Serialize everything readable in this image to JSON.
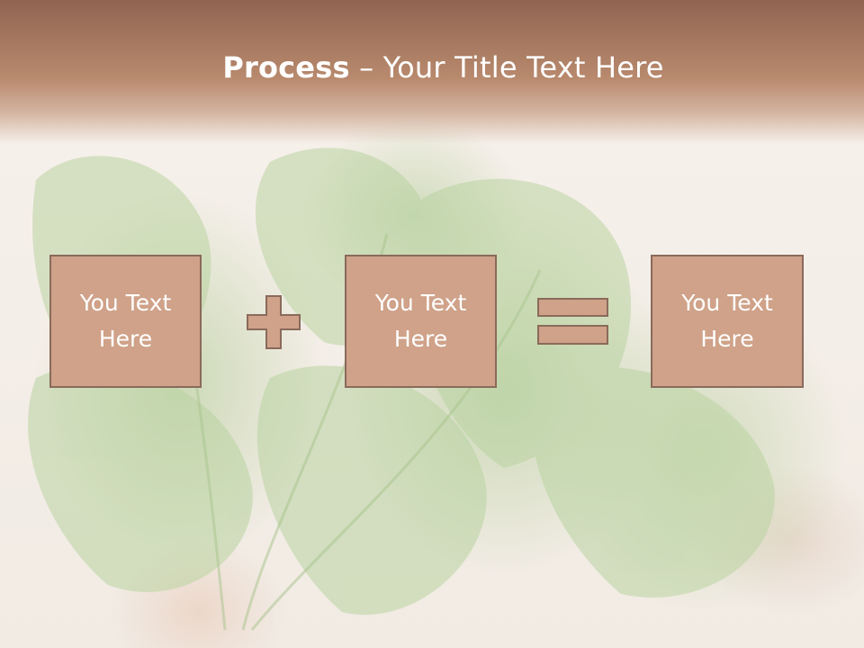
{
  "slide": {
    "title_bold": "Process",
    "title_rest": " – Your Title Text Here",
    "boxes": [
      {
        "text": "You Text\nHere"
      },
      {
        "text": "You Text\nHere"
      },
      {
        "text": "You Text\nHere"
      }
    ],
    "operators": [
      "plus",
      "equals"
    ]
  },
  "colors": {
    "title_bar": "#a77a5f",
    "box_fill": "#cfa289",
    "box_border": "#8a6a5b",
    "text": "#ffffff"
  }
}
